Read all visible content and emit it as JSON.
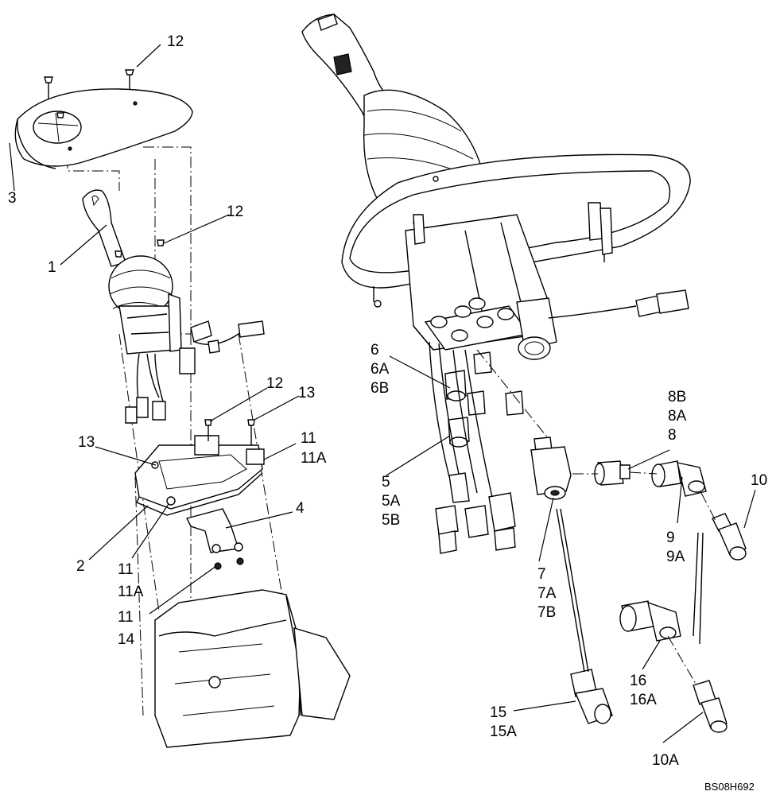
{
  "labels": {
    "l1": "1",
    "l2": "2",
    "l3": "3",
    "l4": "4",
    "l5": "5",
    "l5a": "5A",
    "l5b": "5B",
    "l6": "6",
    "l6a": "6A",
    "l6b": "6B",
    "l7": "7",
    "l7a": "7A",
    "l7b": "7B",
    "l8": "8",
    "l8a": "8A",
    "l8b": "8B",
    "l9": "9",
    "l9a": "9A",
    "l10": "10",
    "l10a": "10A",
    "l11_right": "11",
    "l11a_right": "11A",
    "l11_left": "11",
    "l11a_left": "11A",
    "l11_bottom": "11",
    "l14": "14",
    "l12_top": "12",
    "l12_mid": "12",
    "l12_low": "12",
    "l13_left": "13",
    "l13_right": "13",
    "l15": "15",
    "l15a": "15A",
    "l16": "16",
    "l16a": "16A"
  },
  "drawing_code": "BS08H692"
}
